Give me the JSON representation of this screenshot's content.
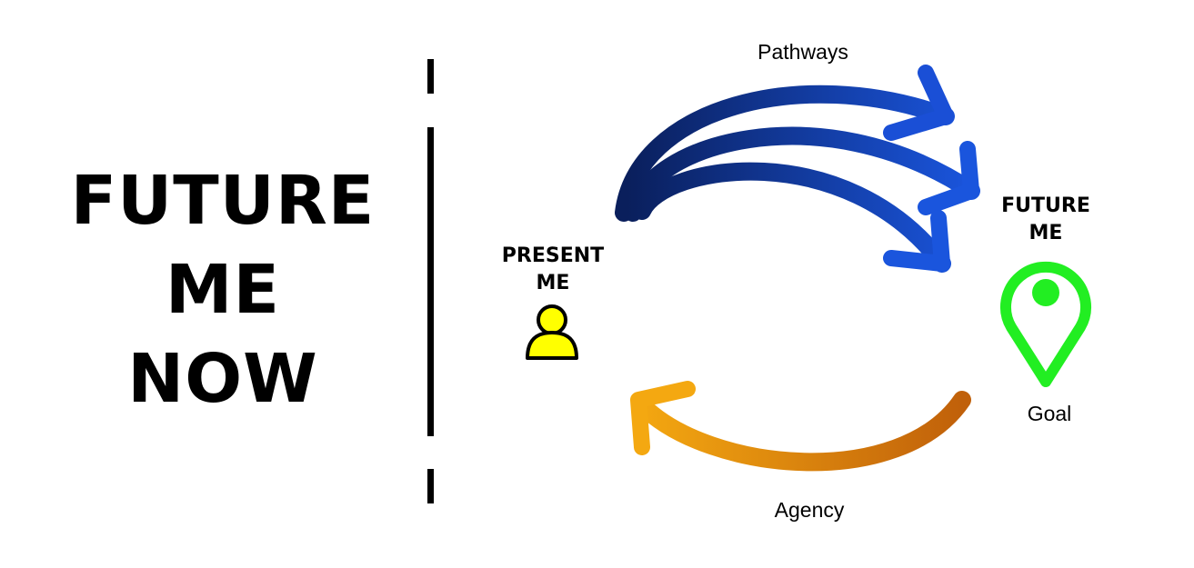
{
  "title": {
    "lines": [
      "FUTURE",
      "ME",
      "NOW"
    ]
  },
  "present": {
    "lines": [
      "PRESENT",
      "ME"
    ],
    "icon": "person-icon",
    "color": "#ffff00"
  },
  "future": {
    "lines": [
      "FUTURE",
      "ME"
    ],
    "icon": "location-pin-icon",
    "color": "#22ee22"
  },
  "labels": {
    "pathways": "Pathways",
    "agency": "Agency",
    "goal": "Goal"
  },
  "colors": {
    "pathways_start": "#0a1f5c",
    "pathways_end": "#1a55dd",
    "agency_start": "#f4a811",
    "agency_end": "#c0600a"
  }
}
